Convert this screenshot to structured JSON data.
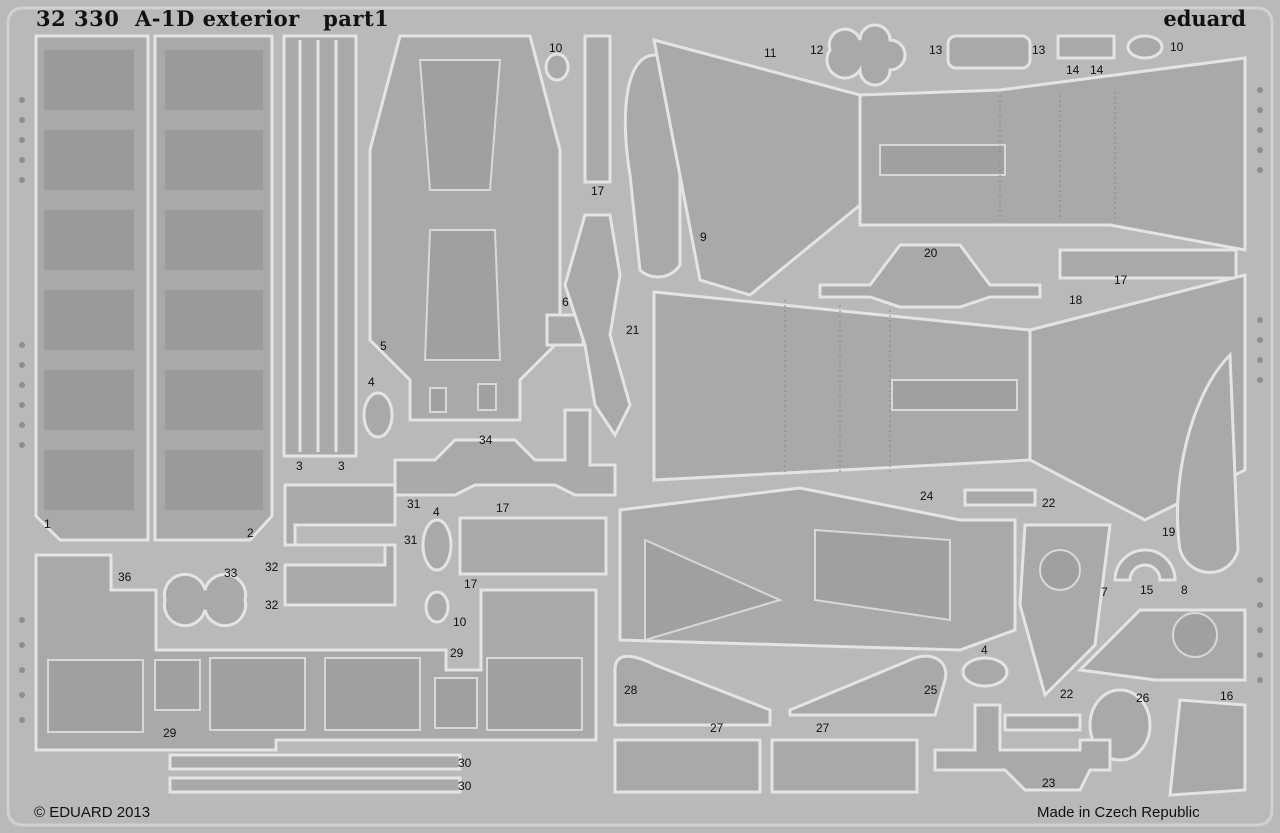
{
  "header": {
    "title": "32 330  A-1D exterior   part1",
    "brand": "eduard"
  },
  "footer": {
    "copyright": "© EDUARD 2013",
    "origin": "Made in Czech Republic"
  },
  "part_labels": [
    "1",
    "2",
    "3",
    "3",
    "4",
    "5",
    "6",
    "21",
    "10",
    "17",
    "9",
    "11",
    "12",
    "13",
    "13",
    "14",
    "14",
    "10",
    "20",
    "17",
    "18",
    "34",
    "31",
    "31",
    "4",
    "32",
    "32",
    "33",
    "17",
    "17",
    "10",
    "36",
    "29",
    "29",
    "30",
    "30",
    "24",
    "22",
    "19",
    "7",
    "15",
    "8",
    "4",
    "28",
    "25",
    "27",
    "27",
    "22",
    "26",
    "16",
    "23"
  ],
  "colors": {
    "fret": "#b9b9b9",
    "part": "#a9a9a9",
    "edge": "#e4e4e4",
    "text": "#111111"
  }
}
